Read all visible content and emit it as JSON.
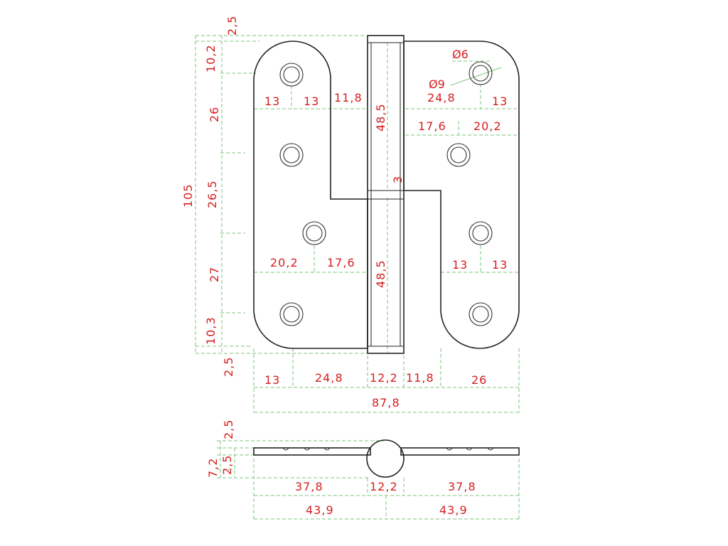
{
  "labels": {
    "top_margin_a": "2,5",
    "left_10_2": "10,2",
    "left_26": "26",
    "left_26_5": "26,5",
    "left_27": "27",
    "left_10_3": "10,3",
    "bottom_margin_a": "2,5",
    "overall_height": "105",
    "tl_13_a": "13",
    "tl_13_b": "13",
    "tl_11_8": "11,8",
    "pin_48_5_top": "48,5",
    "pin_3": "3",
    "pin_48_5_bottom": "48,5",
    "tr_24_8": "24,8",
    "tr_13": "13",
    "tr_17_6": "17,6",
    "tr_20_2": "20,2",
    "dia_6": "Ø6",
    "dia_9": "Ø9",
    "bl_20_2": "20,2",
    "bl_17_6": "17,6",
    "br_13_a": "13",
    "br_13_b": "13",
    "base_13": "13",
    "base_24_8": "24,8",
    "base_12_2": "12,2",
    "base_11_8": "11,8",
    "base_26": "26",
    "overall_width": "87,8",
    "side_2_5_top": "2,5",
    "side_7_2": "7,2",
    "side_2_5_bottom": "2,5",
    "side_37_8_left": "37,8",
    "side_12_2": "12,2",
    "side_37_8_right": "37,8",
    "side_43_9_left": "43,9",
    "side_43_9_right": "43,9"
  },
  "colors": {
    "dimension_line": "#7bc47b",
    "dimension_text": "#d51e1e",
    "outline": "#222222"
  }
}
